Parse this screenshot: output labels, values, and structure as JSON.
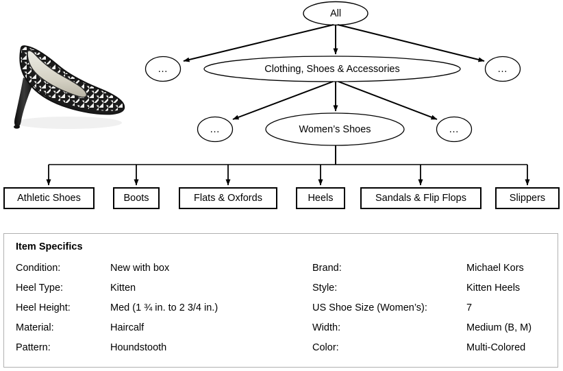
{
  "taxonomy": {
    "type": "category-tree",
    "levels": [
      {
        "level": 0,
        "nodes": [
          {
            "id": "all",
            "label": "All",
            "shape": "ellipse"
          }
        ]
      },
      {
        "level": 1,
        "nodes": [
          {
            "id": "l1-left-ellipsis",
            "label": "…",
            "shape": "ellipse"
          },
          {
            "id": "clothing-shoes-accessories",
            "label": "Clothing, Shoes & Accessories",
            "shape": "ellipse"
          },
          {
            "id": "l1-right-ellipsis",
            "label": "…",
            "shape": "ellipse"
          }
        ]
      },
      {
        "level": 2,
        "nodes": [
          {
            "id": "l2-left-ellipsis",
            "label": "…",
            "shape": "ellipse"
          },
          {
            "id": "womens-shoes",
            "label": "Women’s Shoes",
            "shape": "ellipse"
          },
          {
            "id": "l2-right-ellipsis",
            "label": "…",
            "shape": "ellipse"
          }
        ]
      },
      {
        "level": 3,
        "nodes": [
          {
            "id": "athletic-shoes",
            "label": "Athletic Shoes",
            "shape": "box"
          },
          {
            "id": "boots",
            "label": "Boots",
            "shape": "box"
          },
          {
            "id": "flats-oxfords",
            "label": "Flats & Oxfords",
            "shape": "box"
          },
          {
            "id": "heels",
            "label": "Heels",
            "shape": "box"
          },
          {
            "id": "sandals-flip-flops",
            "label": "Sandals & Flip Flops",
            "shape": "box"
          },
          {
            "id": "slippers",
            "label": "Slippers",
            "shape": "box"
          }
        ]
      }
    ],
    "colors": {
      "stroke": "#000000",
      "fill": "#ffffff"
    }
  },
  "product_image": {
    "alt": "Black and white houndstooth pattern kitten heel pump shoe",
    "icon": "shoe-photo"
  },
  "item_specifics": {
    "title": "Item Specifics",
    "rows": [
      {
        "label_1": "Condition:",
        "value_1": "New with box",
        "label_2": "Brand:",
        "value_2": "Michael Kors"
      },
      {
        "label_1": "Heel Type:",
        "value_1": "Kitten",
        "label_2": "Style:",
        "value_2": "Kitten Heels"
      },
      {
        "label_1": "Heel Height:",
        "value_1": "Med (1 ¾ in. to 2 3/4 in.)",
        "label_2": "US Shoe Size (Women’s):",
        "value_2": "7"
      },
      {
        "label_1": "Material:",
        "value_1": "Haircalf",
        "label_2": "Width:",
        "value_2": "Medium (B, M)"
      },
      {
        "label_1": "Pattern:",
        "value_1": "Houndstooth",
        "label_2": "Color:",
        "value_2": "Multi-Colored"
      }
    ],
    "border_color": "#b0b0b0"
  }
}
